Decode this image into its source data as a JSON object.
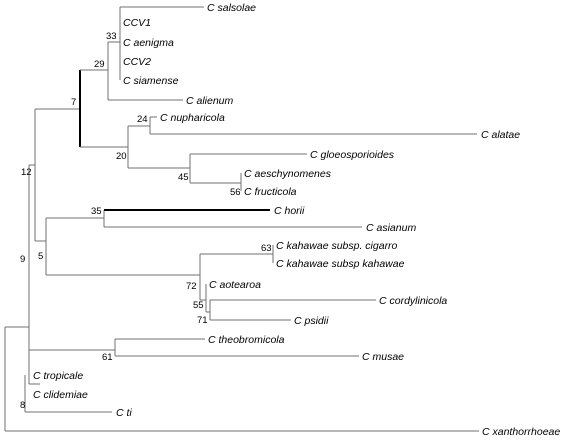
{
  "tree": {
    "taxa": {
      "salsolae": "C salsolae",
      "ccv1": "CCV1",
      "aenigma": "C aenigma",
      "ccv2": "CCV2",
      "siamense": "C siamense",
      "alienum": "C alienum",
      "nupharicola": "C nupharicola",
      "alatae": "C alatae",
      "gloeosporioides": "C gloeosporioides",
      "aeschynomenes": "C aeschynomenes",
      "fructicola": "C fructicola",
      "horii": "C horii",
      "asianum": "C asianum",
      "cigarro": "C kahawae subsp. cigarro",
      "kahawae": "C kahawae subsp kahawae",
      "aotearoa": "C aotearoa",
      "cordylinicola": "C cordylinicola",
      "psidii": "C psidii",
      "theobromicola": "C theobromicola",
      "musae": "C musae",
      "tropicale": "C tropicale",
      "clidemiae": "C clidemiae",
      "ti": "C ti",
      "xanthorrhoeae": "C xanthorrhoeae"
    },
    "support": {
      "n33": "33",
      "n29": "29",
      "n7": "7",
      "n24": "24",
      "n20": "20",
      "n45": "45",
      "n56": "56",
      "n12": "12",
      "n35": "35",
      "n5": "5",
      "n63": "63",
      "n72": "72",
      "n55": "55",
      "n71": "71",
      "n9": "9",
      "n61": "61",
      "n8": "8"
    }
  }
}
